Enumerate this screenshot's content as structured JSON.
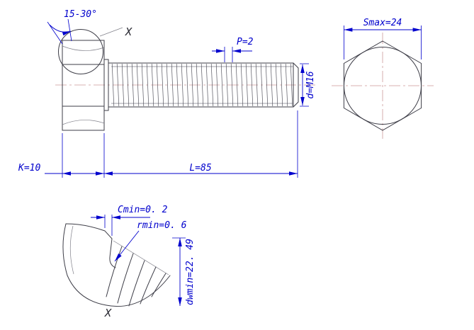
{
  "page": {
    "background": "#ffffff"
  },
  "colors": {
    "dimension_blue": "#0000cd",
    "geometry_gray": "#3d3d47",
    "centerline_red": "#cc9999"
  },
  "views": {
    "main": {
      "angle_label": "15-30°",
      "detail_marker": "X",
      "pitch_label": "P=2",
      "thread_size_label": "d=M16",
      "head_height_label": "K=10",
      "length_label": "L=85"
    },
    "end": {
      "across_flats_label": "Smax=24"
    },
    "detail": {
      "chamfer_label": "Cmin=0. 2",
      "fillet_label": "rmin=0. 6",
      "washer_face_label": "dwmin=22. 49",
      "view_label": "X"
    }
  }
}
